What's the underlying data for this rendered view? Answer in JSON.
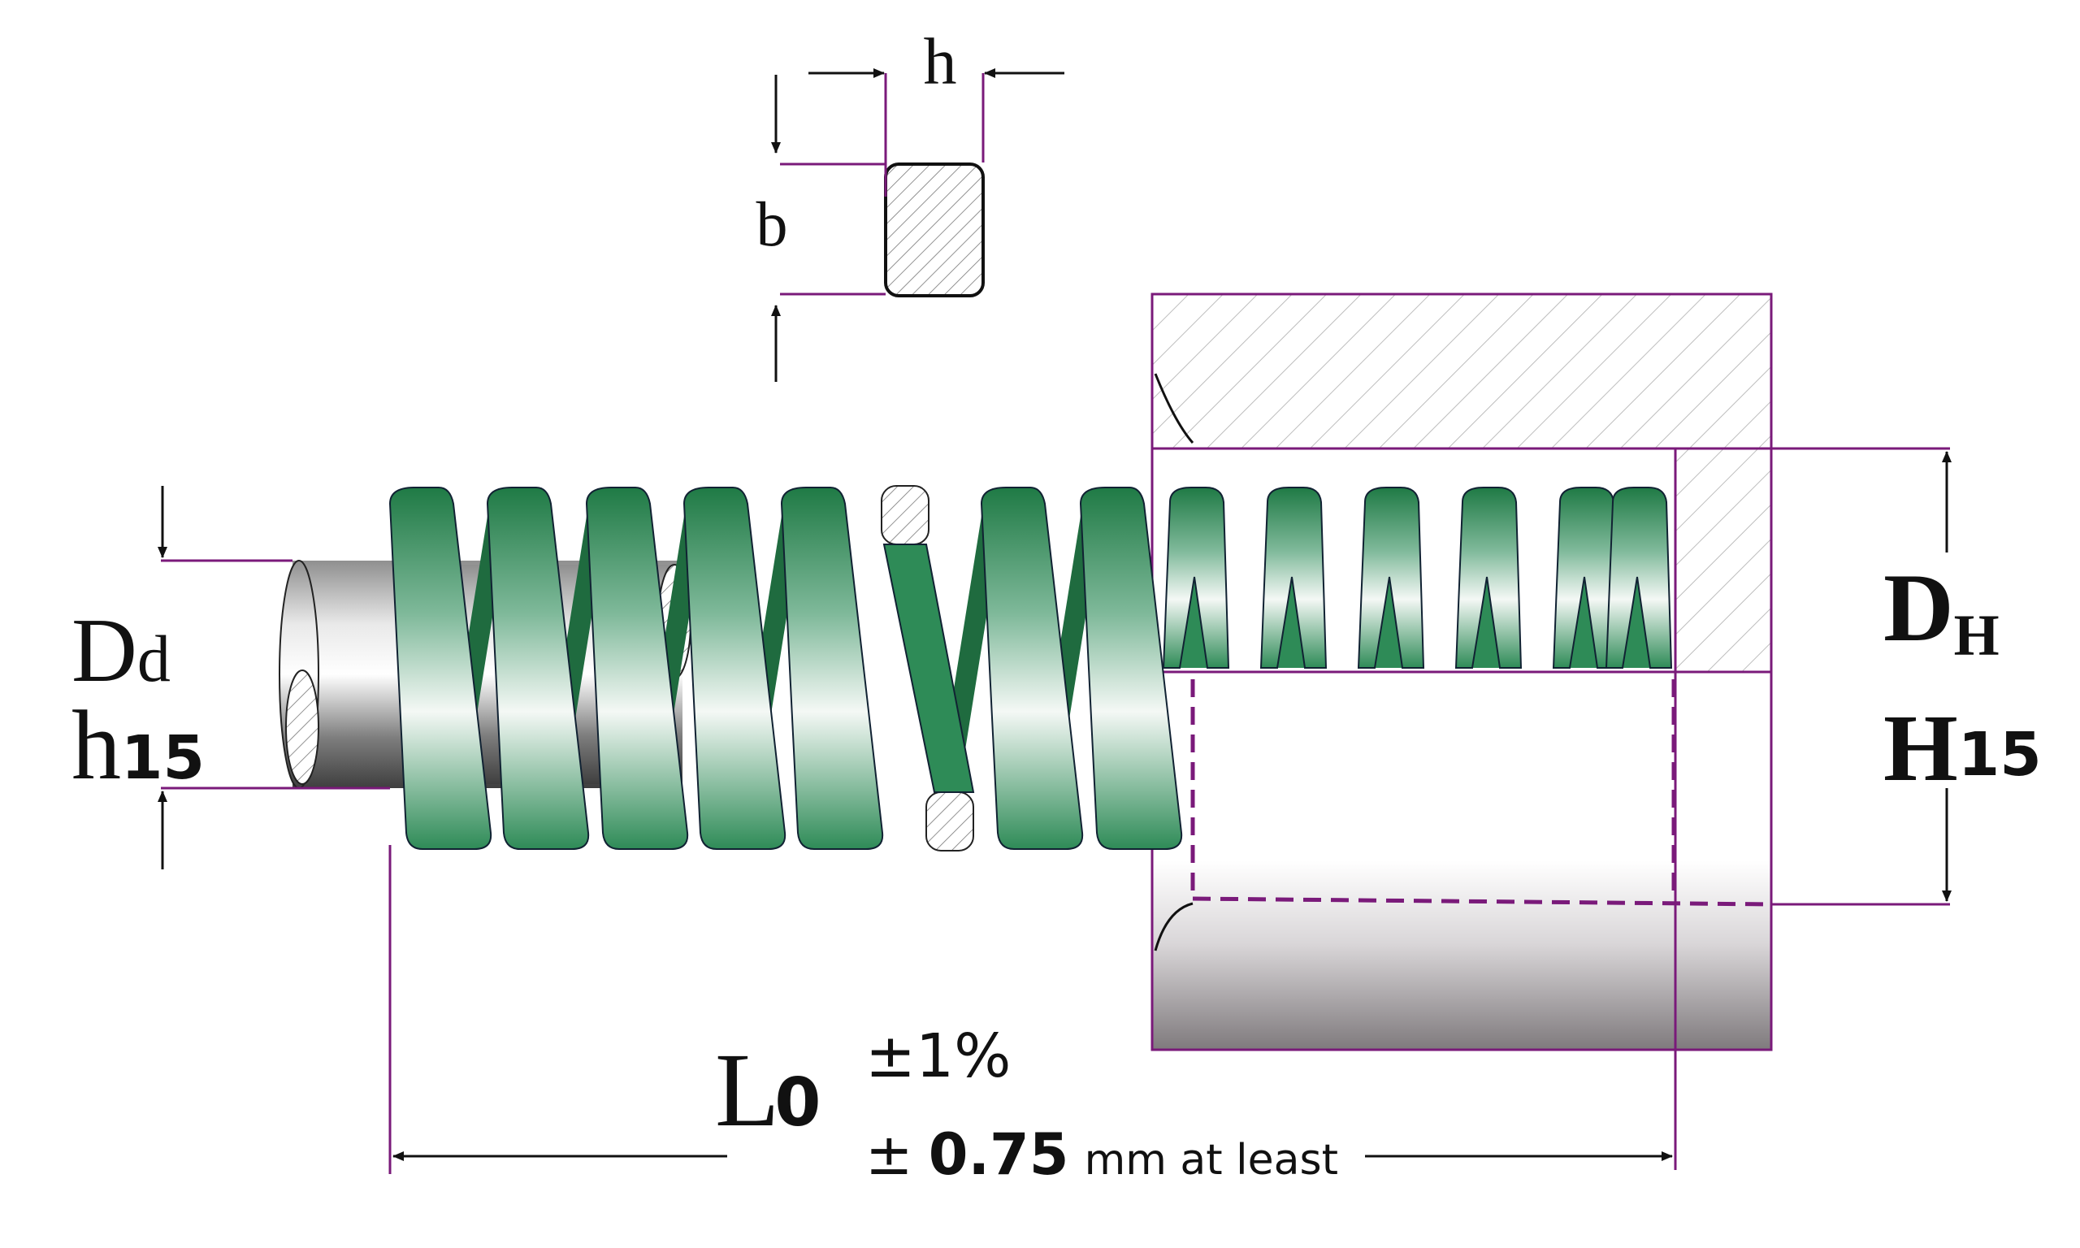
{
  "profile": {
    "width_label": "h",
    "height_label": "b"
  },
  "rod": {
    "diameter_symbol": "D",
    "diameter_subscript": "d",
    "tolerance_letter": "h",
    "tolerance_grade": "15"
  },
  "bore": {
    "diameter_symbol": "D",
    "diameter_subscript": "H",
    "tolerance_letter": "H",
    "tolerance_grade": "15"
  },
  "length": {
    "symbol": "L",
    "subscript": "0",
    "tolerance_percent": "±1%",
    "tolerance_mm_sign": "±",
    "tolerance_mm_value": "0.75",
    "tolerance_mm_note": "mm at least"
  },
  "colors": {
    "dimension_line": "#7a1a7a",
    "spring_green": "#2e8b57",
    "spring_dark": "#1f6b3f",
    "rod_gray": "#8a8a8a",
    "housing_gray": "#7f7a7d"
  },
  "icons": {
    "section_hatch": "hatched-cross-section",
    "arrow": "dimension-arrow"
  }
}
